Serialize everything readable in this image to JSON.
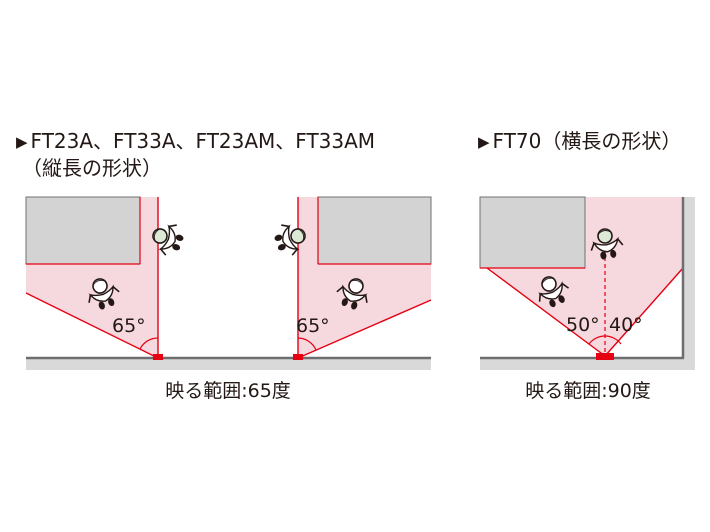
{
  "left_panel": {
    "marker_glyph": "▶",
    "title_line1": "FT23A、FT33A、FT23AM、FT33AM",
    "title_line2": "（縦長の形状）",
    "angle_left": "65°",
    "angle_right": "65°",
    "caption": "映る範囲:65度"
  },
  "right_panel": {
    "marker_glyph": "▶",
    "title": "FT70（横長の形状）",
    "angle_left": "50°",
    "angle_right": "40°",
    "caption": "映る範囲:90度"
  },
  "colors": {
    "coverage_fill": "#f6d9df",
    "coverage_line": "#e60012",
    "building_fill": "#d3d3d3",
    "building_stroke": "#707070",
    "wall_dark": "#6e6e6e",
    "ground": "#d9d9d9"
  },
  "icons": [
    "person-icon",
    "camera-icon"
  ]
}
